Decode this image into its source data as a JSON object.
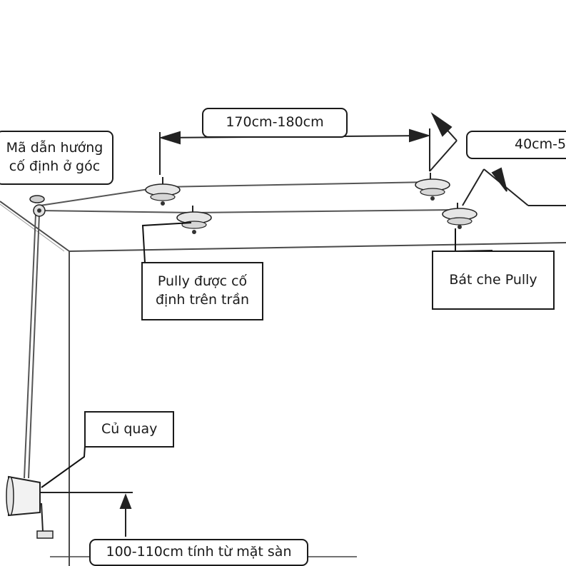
{
  "labels": {
    "guide_bracket": "Mã dẫn hướng\ncố định ở góc",
    "span_dimension": "170cm-180cm",
    "offset_dimension": "40cm-5",
    "ceiling_pulley": "Pully được cố\nđịnh trên trần",
    "pulley_cover": "Bát che Pully",
    "crank": "Củ quay",
    "crank_height": "100-110cm tính từ mặt sàn"
  },
  "colors": {
    "line": "#2a2a2a",
    "guide_line": "#8a8a8a",
    "pulley_fill": "#e6e6e6"
  },
  "icons": [
    "pulley-icon",
    "corner-guide-icon",
    "crank-winder-icon",
    "arrow-icon"
  ]
}
